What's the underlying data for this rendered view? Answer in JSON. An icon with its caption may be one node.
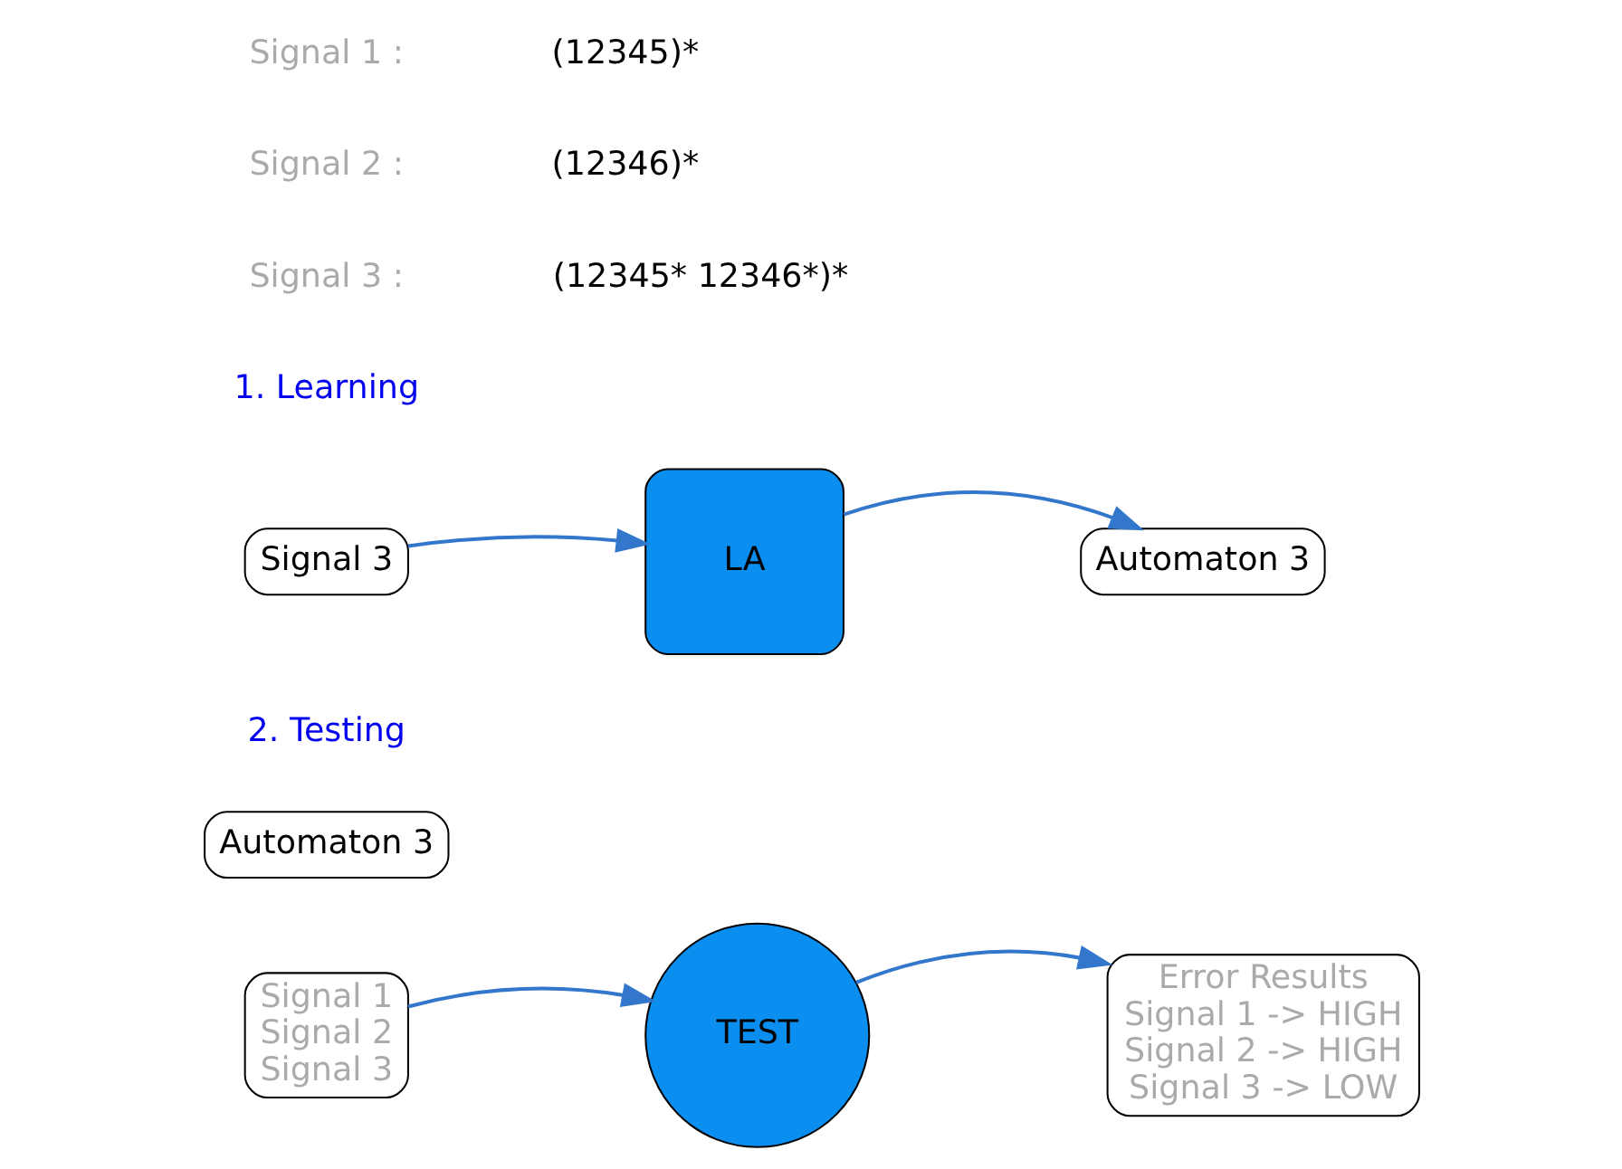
{
  "diagram": {
    "nodes": [
      {
        "text": [
          "Signal 3"
        ]
      },
      {
        "text": [
          "LA"
        ]
      },
      {
        "text": [
          "Automaton 3"
        ]
      },
      {
        "text": [
          "Automaton 3"
        ]
      },
      {
        "text": [
          "Signal 1",
          "Signal 2",
          "Signal 3"
        ]
      },
      {
        "text": [
          "TEST"
        ]
      },
      {
        "text": [
          "Error Results",
          "Signal 1 -> HIGH",
          "Signal 2 -> HIGH",
          "Signal 3 -> LOW"
        ]
      }
    ],
    "edges": [
      {
        "from": 0,
        "to": 1,
        "arrow": "to"
      },
      {
        "from": 1,
        "to": 2,
        "arrow": "to"
      },
      {
        "from": 4,
        "to": 5,
        "arrow": "to"
      },
      {
        "from": 5,
        "to": 6,
        "arrow": "to"
      }
    ],
    "labels": [
      "Signal 1 :",
      "(12345)*",
      "Signal 2 :",
      "(12346)*",
      "Signal 3 :",
      "(12345* 12346*)*",
      "1. Learning",
      "2. Testing"
    ]
  }
}
